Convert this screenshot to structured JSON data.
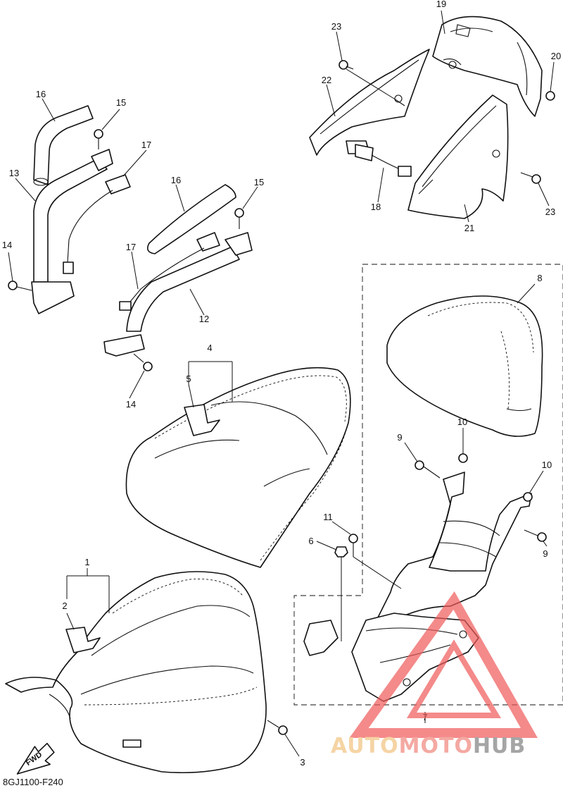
{
  "diagram_code": "8GJ1100-F240",
  "fwd_label": "FWD",
  "watermark": {
    "part1": "AUTO",
    "part2": "MOTO",
    "part3": "HUB",
    "color_part1": "#f2c27e",
    "color_part2": "#f0867c",
    "color_part3": "#7f7f7f",
    "triangle_color": "#f05a5a"
  },
  "callouts": {
    "c1": "1",
    "c2": "2",
    "c3": "3",
    "c4": "4",
    "c5": "5",
    "c6": "6",
    "c7": "7",
    "c8": "8",
    "c9a": "9",
    "c9b": "9",
    "c10a": "10",
    "c10b": "10",
    "c11": "11",
    "c12": "12",
    "c13": "13",
    "c14a": "14",
    "c14b": "14",
    "c15a": "15",
    "c15b": "15",
    "c16a": "16",
    "c16b": "16",
    "c17a": "17",
    "c17b": "17",
    "c18": "18",
    "c19": "19",
    "c20": "20",
    "c21": "21",
    "c22": "22",
    "c23a": "23",
    "c23b": "23"
  }
}
